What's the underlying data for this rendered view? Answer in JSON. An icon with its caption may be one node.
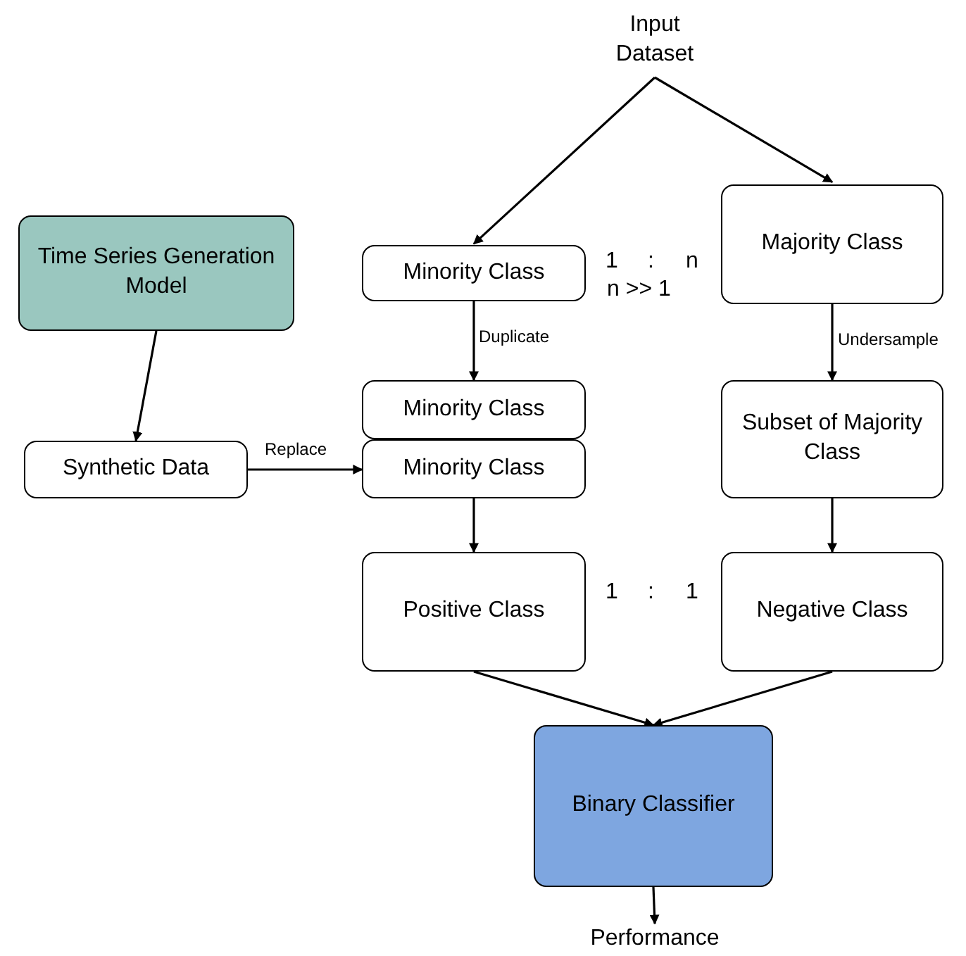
{
  "diagram": {
    "nodes": [
      {
        "text": [
          "Input Dataset"
        ]
      },
      {
        "text": [
          "Time Series Generation Model"
        ]
      },
      {
        "text": [
          "Synthetic Data"
        ]
      },
      {
        "text": [
          "Minority Class"
        ]
      },
      {
        "text": [
          "Majority Class"
        ]
      },
      {
        "text": [
          "Minority Class"
        ]
      },
      {
        "text": [
          "Minority Class"
        ]
      },
      {
        "text": [
          "Subset of Majority Class"
        ]
      },
      {
        "text": [
          "Positive Class"
        ]
      },
      {
        "text": [
          "Negative Class"
        ]
      },
      {
        "text": [
          "Binary Classifier"
        ]
      },
      {
        "text": [
          "Performance"
        ]
      }
    ],
    "edges": [
      {
        "from": 0,
        "to": 3,
        "arrow": "to"
      },
      {
        "from": 0,
        "to": 4,
        "arrow": "to"
      },
      {
        "from": 3,
        "to": 5,
        "arrow": "to",
        "label": "Duplicate"
      },
      {
        "from": 4,
        "to": 7,
        "arrow": "to",
        "label": "Undersample"
      },
      {
        "from": 1,
        "to": 2,
        "arrow": "to"
      },
      {
        "from": 2,
        "to": 6,
        "arrow": "to",
        "label": "Replace"
      },
      {
        "from": 6,
        "to": 8,
        "arrow": "to"
      },
      {
        "from": 7,
        "to": 9,
        "arrow": "to"
      },
      {
        "from": 8,
        "to": 10,
        "arrow": "to"
      },
      {
        "from": 9,
        "to": 10,
        "arrow": "to"
      },
      {
        "from": 10,
        "to": 11,
        "arrow": "to"
      }
    ],
    "labels": [
      "1",
      ":",
      "n",
      "n >> 1",
      "1",
      ":",
      "1"
    ]
  }
}
